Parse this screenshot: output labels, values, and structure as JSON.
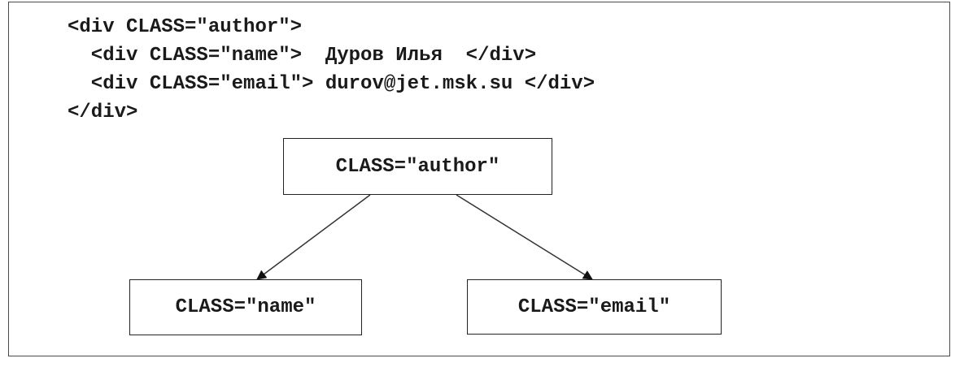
{
  "code": {
    "lines": [
      "<div CLASS=\"author\">",
      "  <div CLASS=\"name\">  Дуров Илья  </div>",
      "  <div CLASS=\"email\"> durov@jet.msk.su </div>",
      "</div>"
    ]
  },
  "tree": {
    "root": {
      "label": "CLASS=\"author\""
    },
    "children": [
      {
        "label": "CLASS=\"name\""
      },
      {
        "label": "CLASS=\"email\""
      }
    ]
  },
  "colors": {
    "text": "#1a1a1a",
    "border": "#222222",
    "background": "#ffffff"
  }
}
